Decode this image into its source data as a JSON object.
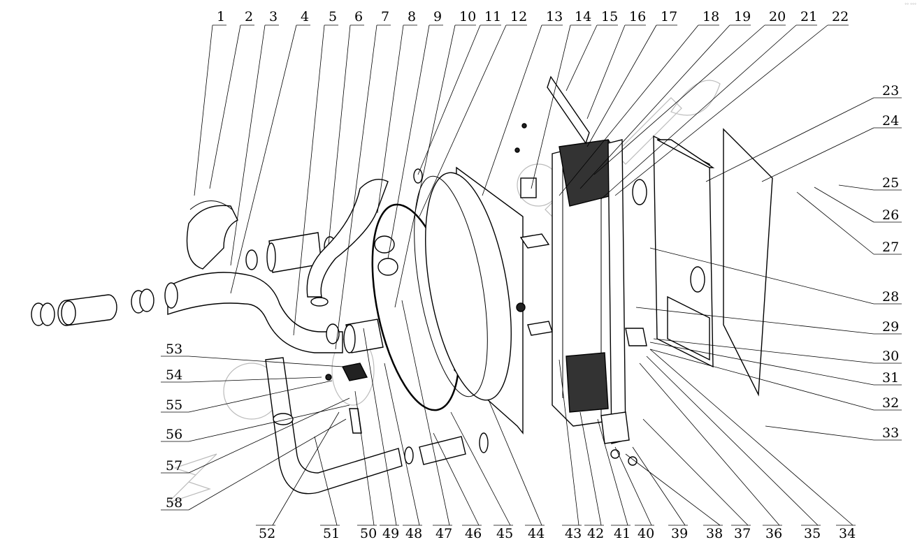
{
  "title": "Radiator assembly exploded view",
  "callouts": {
    "top": [
      "1",
      "2",
      "3",
      "4",
      "5",
      "6",
      "7",
      "8",
      "9",
      "10",
      "11",
      "12",
      "13",
      "14",
      "15",
      "16",
      "17",
      "18",
      "19",
      "20",
      "21",
      "22"
    ],
    "right": [
      "23",
      "24",
      "25",
      "26",
      "27",
      "28",
      "29",
      "30",
      "31",
      "32",
      "33"
    ],
    "bottom": [
      "34",
      "35",
      "36",
      "37",
      "38",
      "39",
      "40",
      "41",
      "42",
      "43",
      "44",
      "45",
      "46",
      "47",
      "48",
      "49",
      "50",
      "51",
      "52"
    ],
    "left": [
      "53",
      "54",
      "55",
      "56",
      "57",
      "58"
    ]
  },
  "watermark": "zzap.ru",
  "colors": {
    "line": "#000000",
    "watermark": "#bbbbbb",
    "background": "#ffffff"
  }
}
